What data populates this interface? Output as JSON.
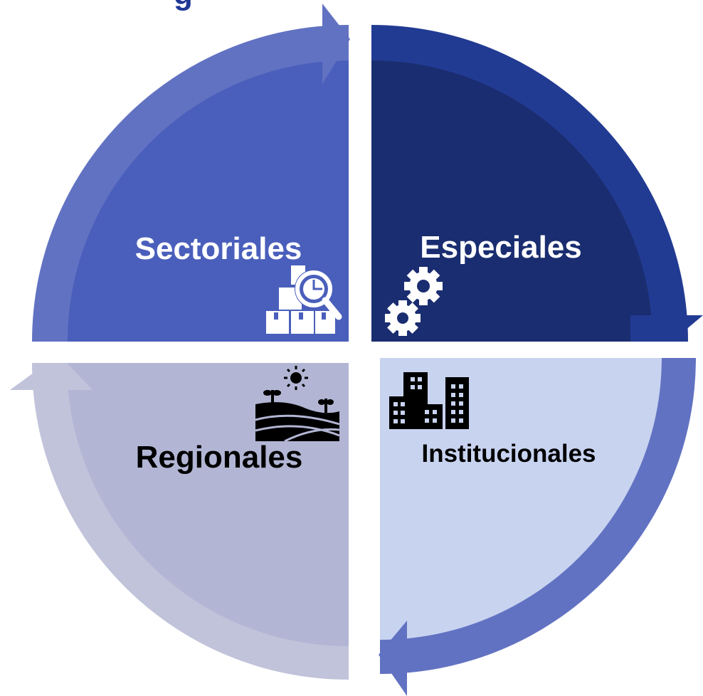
{
  "header": {
    "title_fragment": "g"
  },
  "quadrants": {
    "top_left": {
      "label": "Sectoriales",
      "icon": "boxes-magnifier-icon",
      "fill": "#4a5fbb",
      "arrow_color": "#6272c2"
    },
    "top_right": {
      "label": "Especiales",
      "icon": "gears-icon",
      "fill": "#1a2d70",
      "arrow_color": "#223b92"
    },
    "bottom_right": {
      "label": "Institucionales",
      "icon": "buildings-icon",
      "fill": "#c8d3f0",
      "arrow_color": "#6272c2"
    },
    "bottom_left": {
      "label": "Regionales",
      "icon": "farm-field-sun-icon",
      "fill": "#b2b6d4",
      "arrow_color": "#c0c3da"
    }
  },
  "colors": {
    "title": "#1f3796",
    "label_light": "#ffffff",
    "label_dark": "#000000"
  }
}
